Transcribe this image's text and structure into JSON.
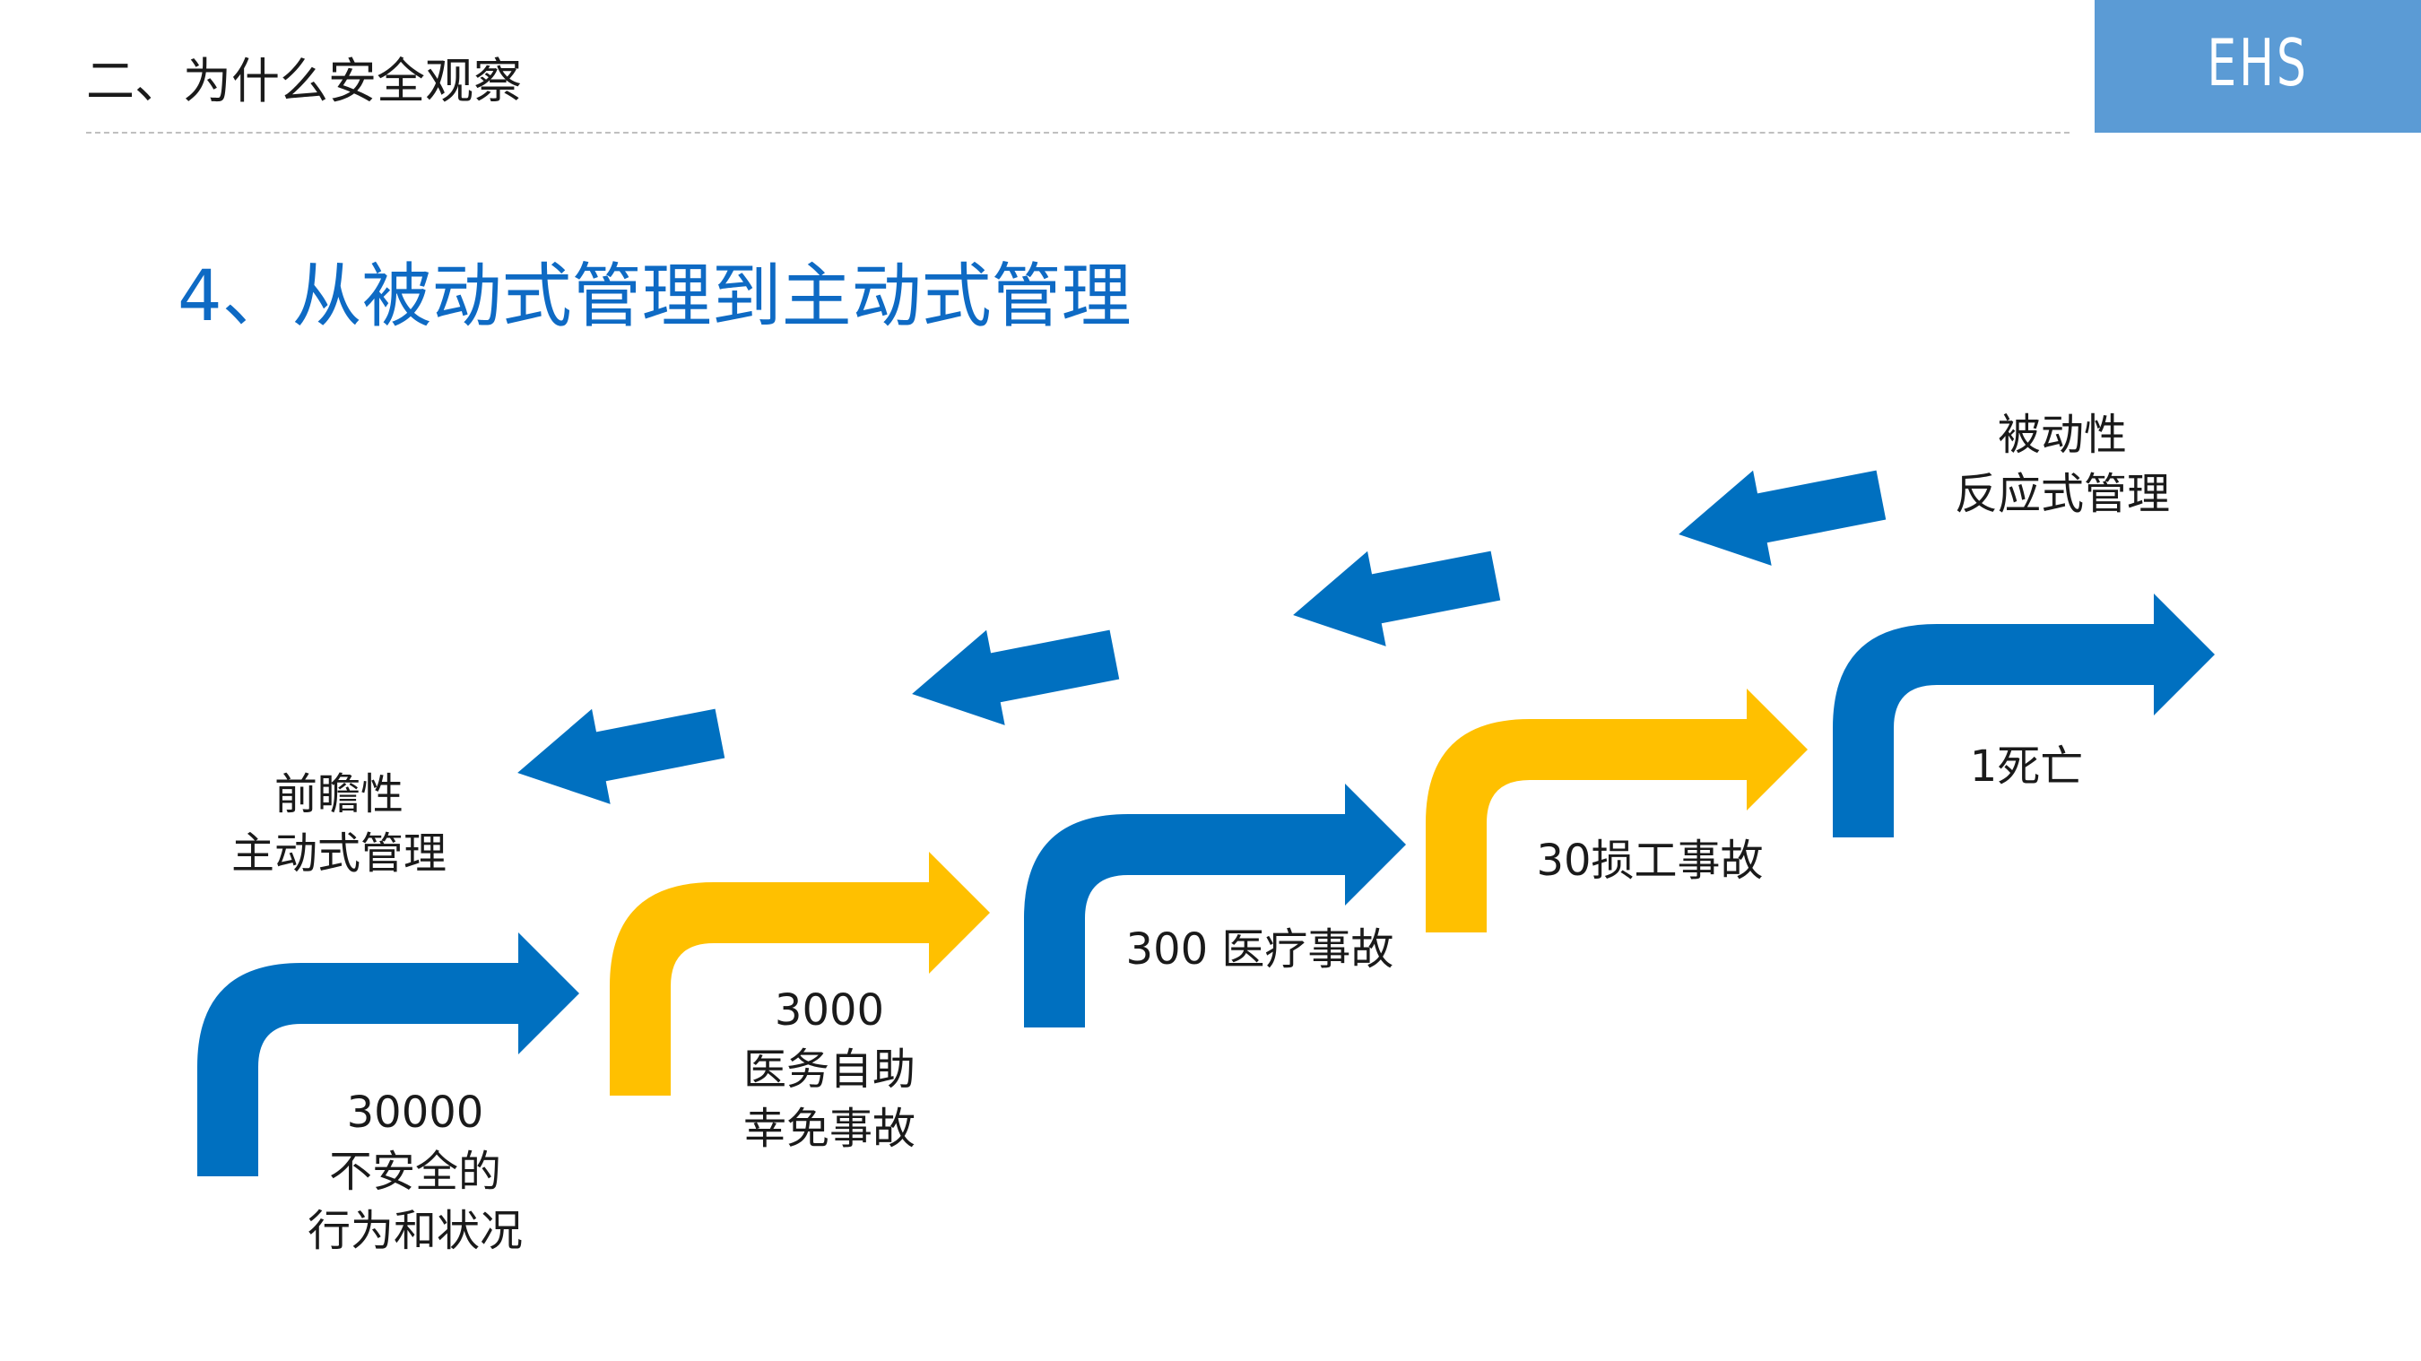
{
  "header": {
    "title": "二、为什么安全观察",
    "brand": "EHS"
  },
  "section_title": "4、从被动式管理到主动式管理",
  "labels": {
    "reactive": [
      "被动性",
      "反应式管理"
    ],
    "proactive": [
      "前瞻性",
      "主动式管理"
    ]
  },
  "steps": [
    {
      "id": "step-unsafe-acts",
      "color": "#0070c0",
      "lines": [
        "30000",
        "不安全的",
        "行为和状况"
      ]
    },
    {
      "id": "step-near-miss",
      "color": "#ffc000",
      "lines": [
        "3000",
        "医务自助",
        "幸免事故"
      ]
    },
    {
      "id": "step-medical",
      "color": "#0070c0",
      "lines": [
        "300 医疗事故"
      ]
    },
    {
      "id": "step-lost-time",
      "color": "#ffc000",
      "lines": [
        "30损工事故"
      ]
    },
    {
      "id": "step-fatality",
      "color": "#0070c0",
      "lines": [
        "1死亡"
      ]
    }
  ],
  "colors": {
    "blue": "#0070c0",
    "yellow": "#ffc000",
    "title_blue": "#0e6ac4",
    "brand_bg": "#5b9bd5"
  }
}
